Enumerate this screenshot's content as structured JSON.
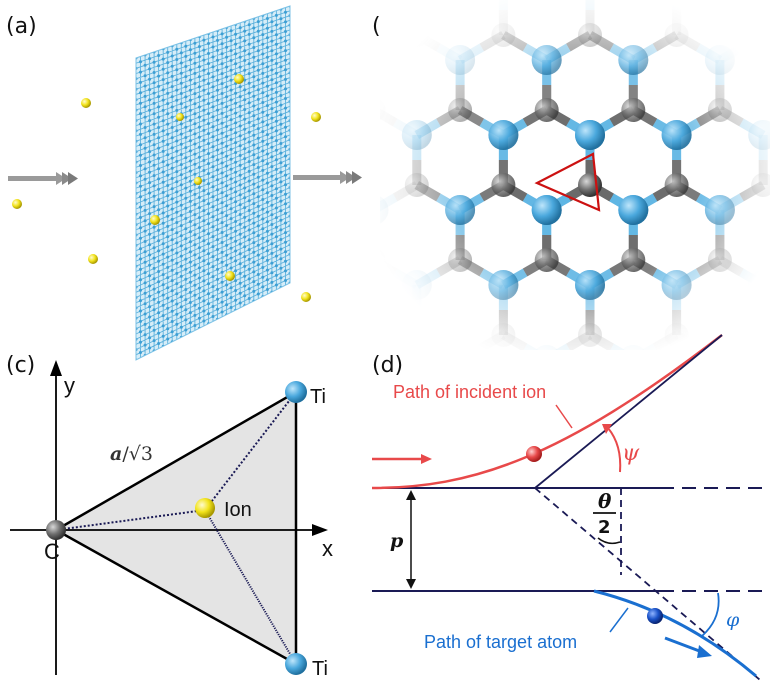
{
  "panels": {
    "a": {
      "label": "(a)"
    },
    "b": {
      "label": "(b)"
    },
    "c": {
      "label": "(c)",
      "axis_y": "y",
      "axis_x": "x",
      "origin": "C",
      "ti_top": "Ti",
      "ti_bottom": "Ti",
      "ion": "Ion",
      "edge_label_a": "a",
      "edge_label_rest": "/√3"
    },
    "d": {
      "label": "(d)",
      "incident_path": "Path of incident ion",
      "psi": "ψ",
      "theta": "θ",
      "two": "2",
      "p": "p",
      "phi": "φ",
      "target_path": "Path of target atom"
    }
  },
  "colors": {
    "atom_blue": "#4aa8dd",
    "atom_gray": "#6f6f6f",
    "ion_yellow": "#f2e31b",
    "red_path": "#e8494a",
    "blue_path": "#1a6fd0",
    "navy": "#1a1a55",
    "triangle_red": "#cc1111"
  }
}
